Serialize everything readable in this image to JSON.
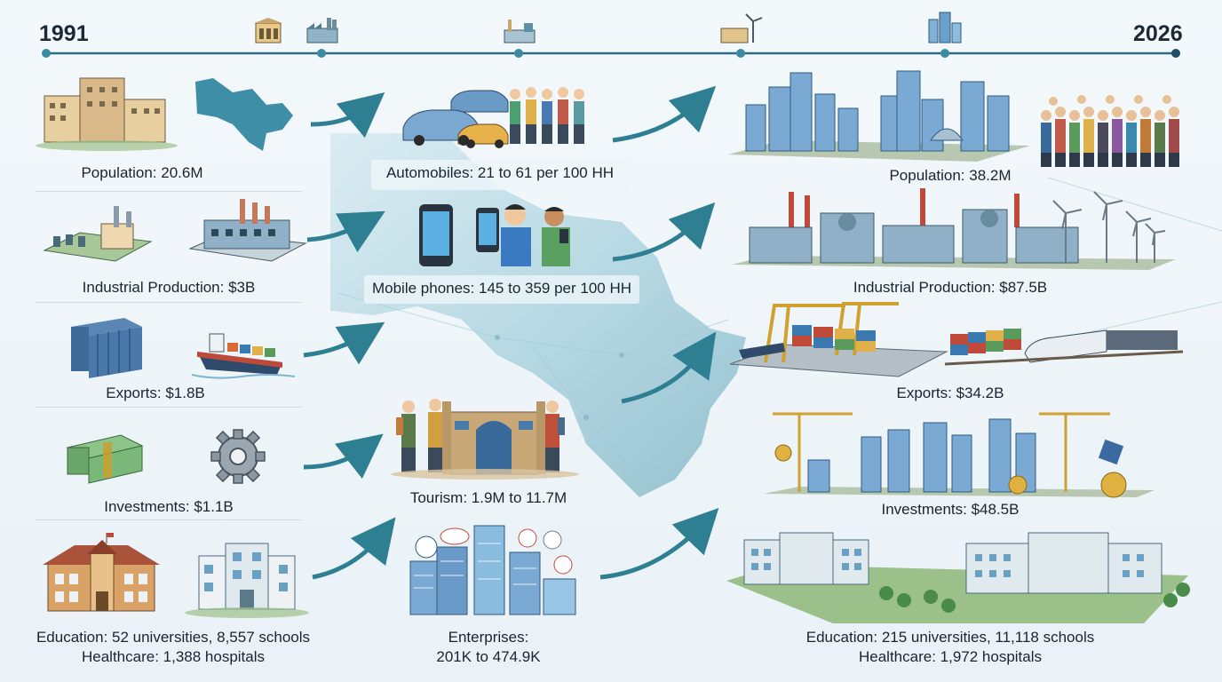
{
  "timeline": {
    "start_year": "1991",
    "end_year": "2026",
    "colors": {
      "line": "#2d6e86",
      "dot": "#3b8aa3",
      "end_dot": "#1f4e66"
    },
    "icons": [
      "old-building-icon",
      "factory-icon",
      "refinery-icon",
      "wind-industry-icon",
      "skyscraper-icon"
    ]
  },
  "left": [
    {
      "label": "Population: 20.6M",
      "icons": [
        "apartment-buildings-icon",
        "country-map-icon"
      ]
    },
    {
      "label": "Industrial Production: $3B",
      "icons": [
        "power-plant-icon",
        "factory-icon"
      ]
    },
    {
      "label": "Exports: $1.8B",
      "icons": [
        "shipping-container-icon",
        "cargo-ship-icon"
      ]
    },
    {
      "label": "Investments: $1.1B",
      "icons": [
        "money-stack-icon",
        "gear-icon"
      ]
    },
    {
      "label_line1": "Education: 52 universities, 8,557 schools",
      "label_line2": "Healthcare: 1,388 hospitals",
      "icons": [
        "school-building-icon",
        "hospital-building-icon"
      ]
    }
  ],
  "middle": [
    {
      "label": "Automobiles: 21 to 61 per 100 HH",
      "icons": [
        "cars-icon",
        "people-group-icon"
      ]
    },
    {
      "label": "Mobile phones: 145 to 359 per 100 HH",
      "icons": [
        "smartphone-icon",
        "people-with-phones-icon"
      ]
    },
    {
      "label": "Tourism: 1.9M to 11.7M",
      "icons": [
        "tourists-icon",
        "historic-mosque-icon"
      ]
    },
    {
      "label_line1": "Enterprises:",
      "label_line2": "201K to 474.9K",
      "icons": [
        "office-towers-icon",
        "company-logos-icon"
      ]
    }
  ],
  "right": [
    {
      "label": "Population: 38.2M",
      "icons": [
        "modern-city-icon",
        "crowd-icon"
      ]
    },
    {
      "label": "Industrial Production: $87.5B",
      "icons": [
        "industrial-complex-icon",
        "wind-turbine-icon"
      ]
    },
    {
      "label": "Exports: $34.2B",
      "icons": [
        "port-cranes-icon",
        "freight-train-icon"
      ]
    },
    {
      "label": "Investments: $48.5B",
      "icons": [
        "construction-cranes-icon",
        "coins-icon"
      ]
    },
    {
      "label_line1": "Education: 215 universities, 11,118 schools",
      "label_line2": "Healthcare: 1,972 hospitals",
      "icons": [
        "university-campus-icon"
      ]
    }
  ],
  "colors": {
    "map": "#5aa3b8",
    "arrow": "#2f7f93",
    "background": "#eef5f9"
  }
}
